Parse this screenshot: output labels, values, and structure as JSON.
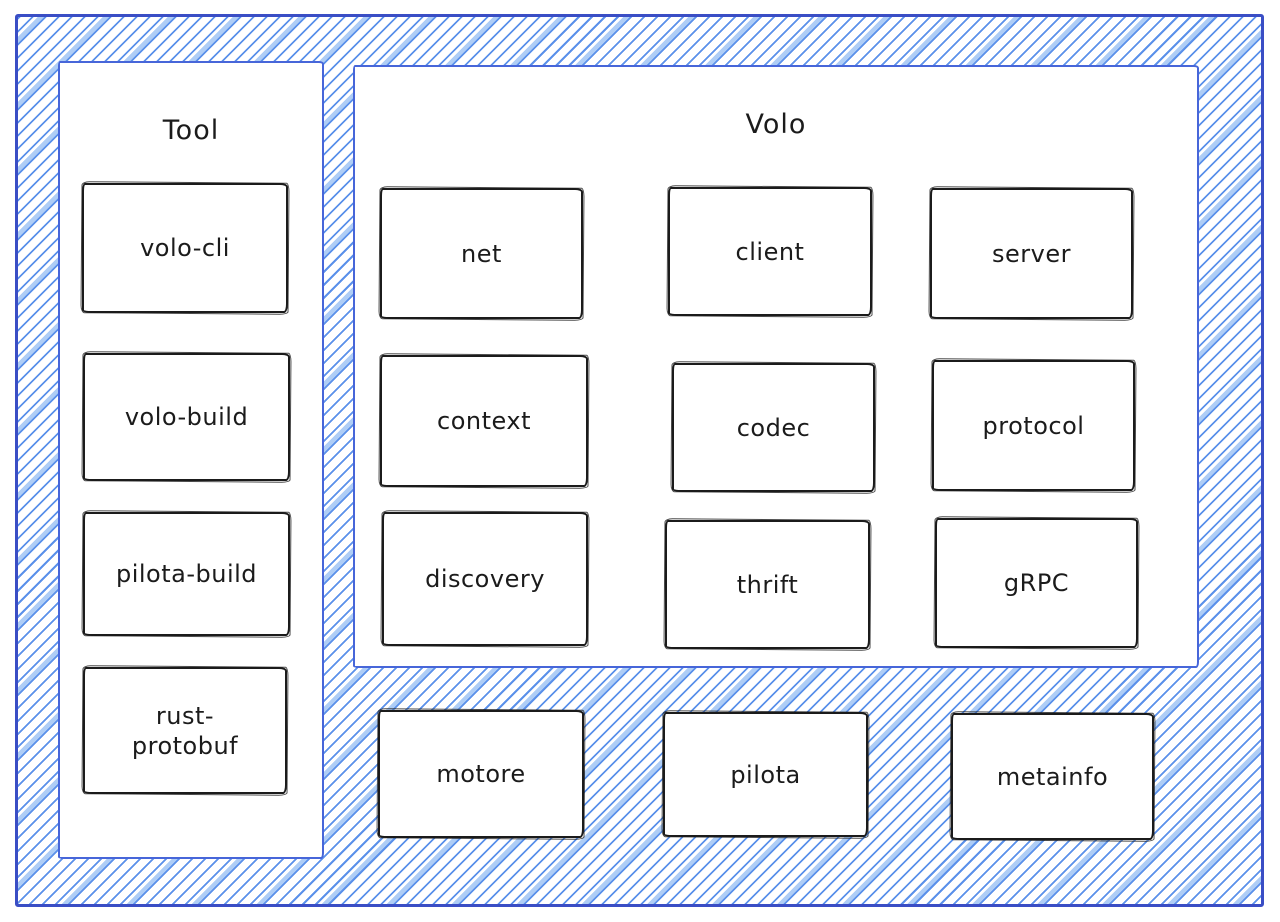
{
  "canvas": {
    "frame_border_color": "#3a4ec5",
    "panel_border_color": "#4766d9",
    "hatch_primary_color": "#5b91ea",
    "hatch_accent_color": "#aecdf6",
    "box_border_color": "#1b1b1b",
    "text_color": "#1b1b1b",
    "background_color": "#ffffff"
  },
  "panels": [
    {
      "id": "tool",
      "title": "Tool",
      "boxes": [
        {
          "label": "volo-cli"
        },
        {
          "label": "volo-build"
        },
        {
          "label": "pilota-build"
        },
        {
          "label": "rust-protobuf"
        }
      ]
    },
    {
      "id": "volo",
      "title": "Volo",
      "boxes": [
        {
          "label": "net"
        },
        {
          "label": "client"
        },
        {
          "label": "server"
        },
        {
          "label": "context"
        },
        {
          "label": "codec"
        },
        {
          "label": "protocol"
        },
        {
          "label": "discovery"
        },
        {
          "label": "thrift"
        },
        {
          "label": "gRPC"
        }
      ]
    }
  ],
  "standalone_boxes": [
    {
      "label": "motore"
    },
    {
      "label": "pilota"
    },
    {
      "label": "metainfo"
    }
  ]
}
